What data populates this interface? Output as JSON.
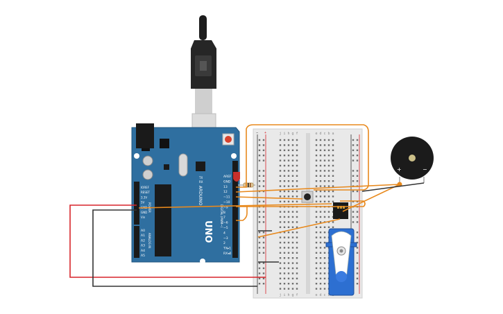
{
  "arduino": {
    "brand": "ARDUINO",
    "model": "UNO",
    "tx_label": "TX",
    "rx_label": "RX",
    "power_header": "POWER",
    "analog_header": "ANALOG IN",
    "digital_header": "DIGITAL (PWM~)",
    "power_pins": [
      "IOREF",
      "RESET",
      "3.3V",
      "5V",
      "GND",
      "GND",
      "Vin"
    ],
    "analog_pins": [
      "A0",
      "A1",
      "A2",
      "A3",
      "A4",
      "A5"
    ],
    "digital_pins": [
      "AREF",
      "GND",
      "13",
      "12",
      "~11",
      "~10",
      "~9",
      "8",
      "7",
      "~6",
      "~5",
      "4",
      "~3",
      "2",
      "TX▸1",
      "RX◂0"
    ]
  },
  "breadboard": {
    "columns_left": [
      "j",
      "i",
      "h",
      "g",
      "f"
    ],
    "columns_right": [
      "e",
      "d",
      "c",
      "b",
      "a"
    ],
    "rail_plus": "+",
    "rail_minus": "−"
  },
  "buzzer": {
    "plus_label": "+",
    "minus_label": "−"
  },
  "colors": {
    "board": "#2f6fa0",
    "wire_orange": "#e8891d",
    "wire_red": "#d7242a",
    "wire_black": "#333333",
    "servo_body": "#2d6fd1",
    "breadboard": "#e9e9e9"
  }
}
